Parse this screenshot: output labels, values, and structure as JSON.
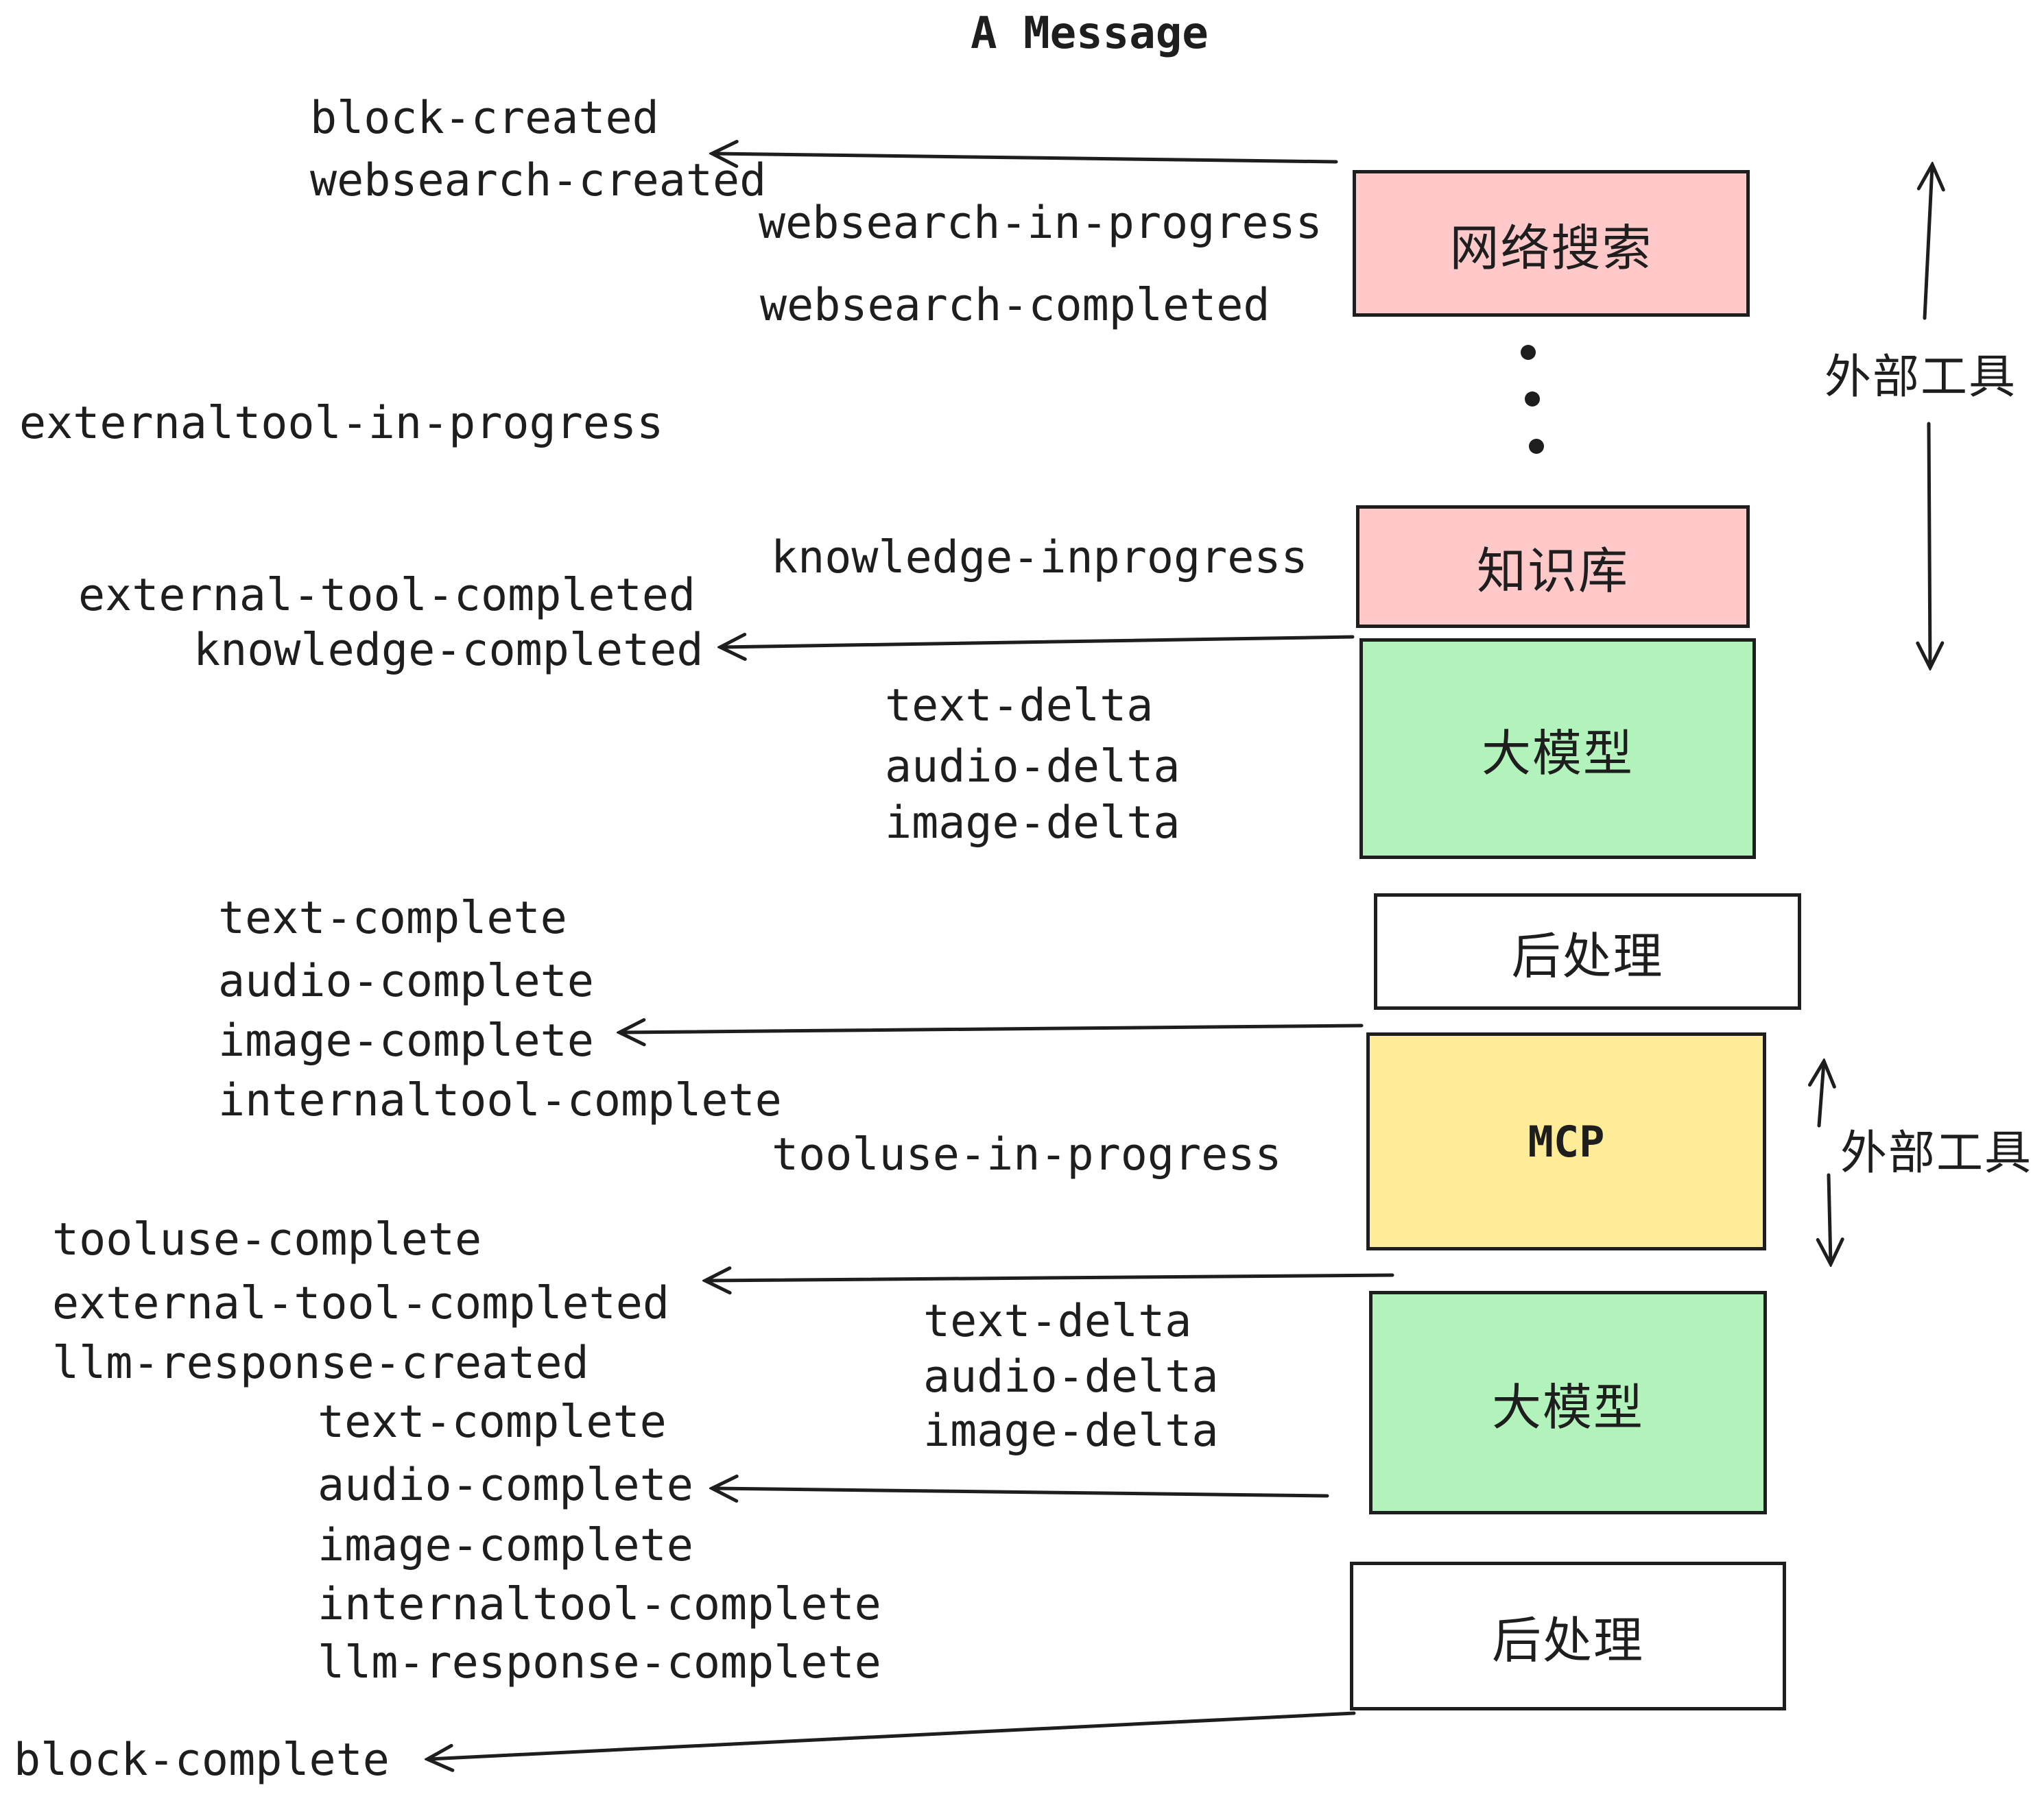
{
  "title": "A Message",
  "colors": {
    "stroke": "#1e1e1e",
    "background": "#ffffff",
    "pink": "#ffc9c9",
    "green": "#b2f2bb",
    "yellow": "#ffec99",
    "white": "#ffffff"
  },
  "event_labels": [
    {
      "text": "block-created"
    },
    {
      "text": "websearch-created"
    },
    {
      "text": "websearch-in-progress"
    },
    {
      "text": "websearch-completed"
    },
    {
      "text": "externaltool-in-progress"
    },
    {
      "text": "knowledge-inprogress"
    },
    {
      "text": "external-tool-completed"
    },
    {
      "text": "knowledge-completed"
    },
    {
      "text": "text-delta"
    },
    {
      "text": "audio-delta"
    },
    {
      "text": "image-delta"
    },
    {
      "text": "text-complete"
    },
    {
      "text": "audio-complete"
    },
    {
      "text": "image-complete"
    },
    {
      "text": "internaltool-complete"
    },
    {
      "text": "tooluse-in-progress"
    },
    {
      "text": "tooluse-complete"
    },
    {
      "text": "external-tool-completed"
    },
    {
      "text": "llm-response-created"
    },
    {
      "text": "text-delta"
    },
    {
      "text": "audio-delta"
    },
    {
      "text": "image-delta"
    },
    {
      "text": "text-complete"
    },
    {
      "text": "audio-complete"
    },
    {
      "text": "image-complete"
    },
    {
      "text": "internaltool-complete"
    },
    {
      "text": "llm-response-complete"
    },
    {
      "text": "block-complete"
    }
  ],
  "boxes": [
    {
      "label": "网络搜索",
      "color": "#ffc9c9"
    },
    {
      "label": "知识库",
      "color": "#ffc9c9"
    },
    {
      "label": "大模型",
      "color": "#b2f2bb"
    },
    {
      "label": "后处理",
      "color": "#ffffff"
    },
    {
      "label": "MCP",
      "color": "#ffec99"
    },
    {
      "label": "大模型",
      "color": "#b2f2bb"
    },
    {
      "label": "后处理",
      "color": "#ffffff"
    }
  ],
  "side_labels": [
    {
      "text": "外部工具"
    },
    {
      "text": "外部工具"
    }
  ]
}
